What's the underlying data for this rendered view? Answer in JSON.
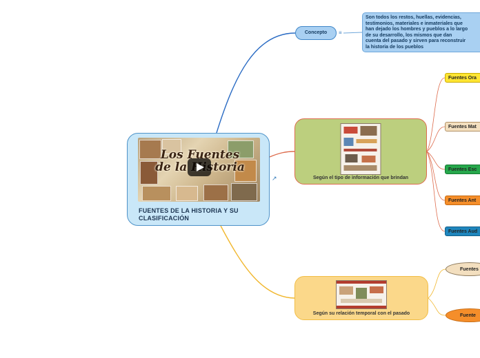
{
  "colors": {
    "root_fill": "#c9e7f8",
    "concept_fill": "#a9d0f2",
    "branch1_fill": "#bccf7e",
    "branch2_fill": "#fbd88a",
    "line_blue": "#2b6cc4",
    "line_red": "#dd6b4c",
    "line_orange": "#f1b72e"
  },
  "root": {
    "thumbnail_title": "Los Fuentes de la Historia",
    "title": "FUENTES DE LA HISTORIA Y SU CLASIFICACIÓN",
    "play_icon": "play-icon",
    "link_icon": "external-link-icon"
  },
  "concept": {
    "label": "Concepto",
    "note_icon": "note-icon",
    "text_lines": [
      "Son todos los restos, huellas, evidencias,",
      "testimonios, materiales e inmateriales que",
      "han dejado los hombres y pueblos a lo largo",
      "de su desarrollo, los mismos que dan",
      "cuenta del pasado y sirven para reconstruir",
      "la historia de los pueblos"
    ]
  },
  "branch_info": {
    "label": "Según el tipo de información que brindan",
    "leaves": [
      "Fuentes Ora",
      "Fuentes Mat",
      "Fuentes Esc",
      "Fuentes Ant",
      "Fuentes Aud"
    ]
  },
  "branch_time": {
    "label": "Según su relación temporal con el pasado",
    "leaves": [
      "Fuentes",
      "Fuente"
    ]
  }
}
